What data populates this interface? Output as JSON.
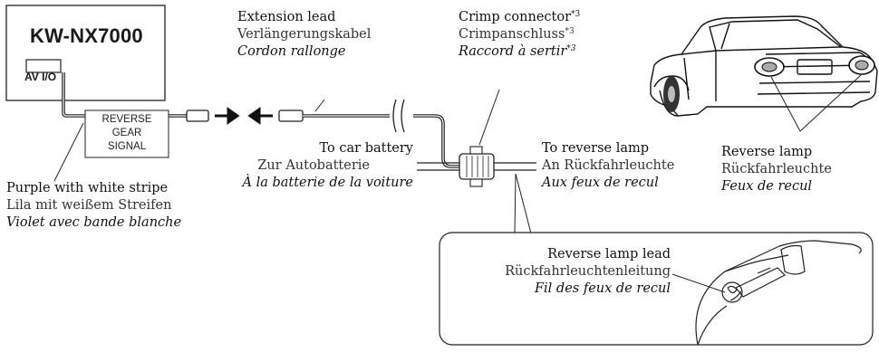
{
  "unit": {
    "model": "KW-NX7000",
    "port": "AV I/O",
    "signal_label_lines": [
      "REVERSE",
      "GEAR",
      "SIGNAL"
    ]
  },
  "wire_color": {
    "en": "Purple with white stripe",
    "de": "Lila mit weißem Streifen",
    "fr": "Violet avec bande blanche"
  },
  "extension_lead": {
    "en": "Extension lead",
    "de": "Verlängerungskabel",
    "fr": "Cordon rallonge"
  },
  "crimp_connector": {
    "en": "Crimp connector",
    "de": "Crimpanschluss",
    "fr": "Raccord à sertir",
    "footnote": "*3"
  },
  "car_battery": {
    "en": "To car battery",
    "de": "Zur Autobatterie",
    "fr": "À la batterie de la voiture"
  },
  "to_reverse_lamp": {
    "en": "To reverse lamp",
    "de": "An Rückfahrleuchte",
    "fr": "Aux feux de recul"
  },
  "reverse_lamp": {
    "en": "Reverse lamp",
    "de": "Rückfahrleuchte",
    "fr": "Feux de recul"
  },
  "reverse_lamp_lead": {
    "en": "Reverse lamp lead",
    "de": "Rückfahrleuchtenleitung",
    "fr": "Fil des feux de recul"
  }
}
